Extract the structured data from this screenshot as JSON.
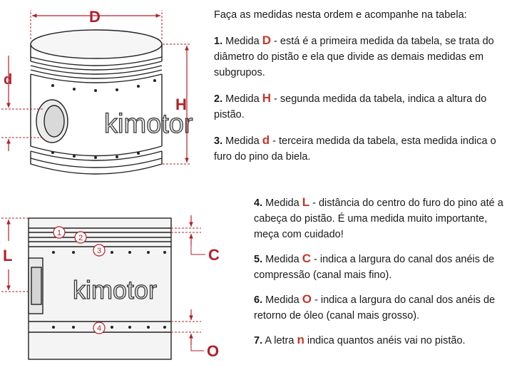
{
  "labels": {
    "D": "D",
    "H": "H",
    "d": "d",
    "L": "L",
    "C": "C",
    "O": "O",
    "brand": "kimotor",
    "ring1": "1",
    "ring2": "2",
    "ring3": "3",
    "ring4": "4"
  },
  "intro": "Faça as medidas nesta ordem e acompanhe na tabela:",
  "items": [
    {
      "num": "1.",
      "pre": "Medida",
      "letter": "D",
      "text": "- está é a primeira medida da tabela, se trata do diâmetro do pistão e ela que divide as demais medidas em subgrupos."
    },
    {
      "num": "2.",
      "pre": "Medida",
      "letter": "H",
      "text": "- segunda medida da tabela, indica a altura do pistão."
    },
    {
      "num": "3.",
      "pre": "Medida",
      "letter": "d",
      "text": "- terceira medida da tabela, esta medida indica o furo do pino da biela."
    },
    {
      "num": "4.",
      "pre": "Medida",
      "letter": "L",
      "text": "- distância do centro do furo do pino até a cabeça do pistão. É uma medida muito importante, meça com cuidado!"
    },
    {
      "num": "5.",
      "pre": "Medida",
      "letter": "C",
      "text": "- indica a largura do canal dos anéis de compressão (canal mais fino)."
    },
    {
      "num": "6.",
      "pre": "Medida",
      "letter": "O",
      "text": "- indica a largura do canal dos anéis de retorno de óleo (canal mais grosso)."
    },
    {
      "num": "7.",
      "pre": "A letra",
      "letter": "n",
      "text": "indica quantos anéis vai no pistão."
    }
  ],
  "colors": {
    "accent": "#b3202a",
    "line": "#222222",
    "fill": "#f2f2f2"
  }
}
